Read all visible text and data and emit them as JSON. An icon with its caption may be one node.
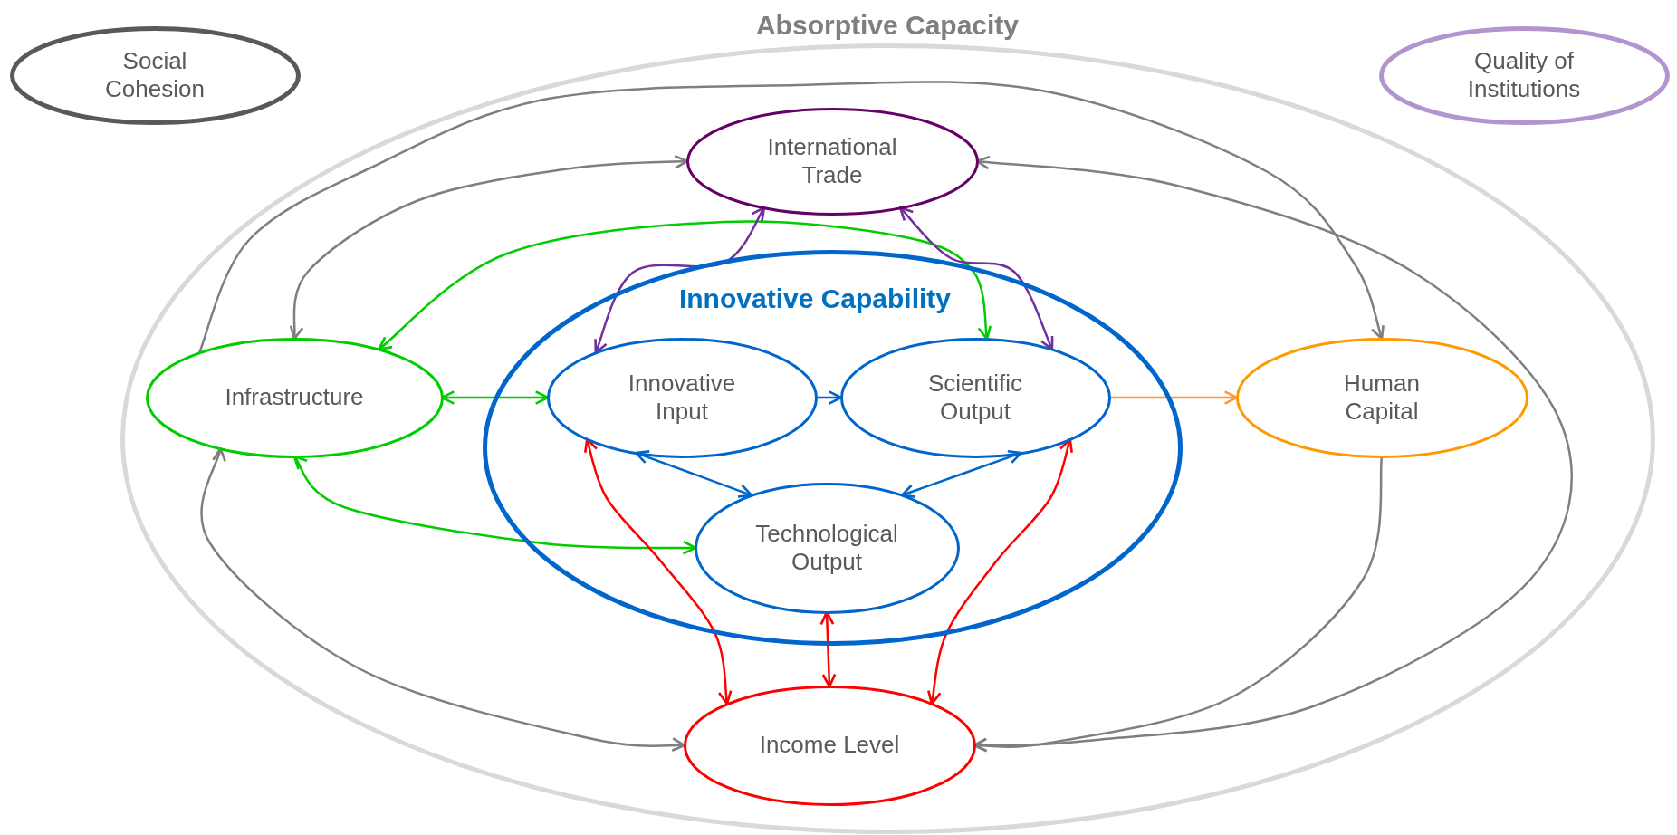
{
  "diagram": {
    "nodes": [
      {
        "text": [
          "Social Cohesion"
        ]
      },
      {
        "text": [
          "Quality of Institutions"
        ]
      },
      {
        "text": [
          "Absorptive Capacity"
        ]
      },
      {
        "text": [
          "International Trade"
        ],
        "in": 2
      },
      {
        "text": [
          "Innovative Capability"
        ],
        "in": 2
      },
      {
        "text": [
          "Infrastructure"
        ],
        "in": 2
      },
      {
        "text": [
          "Innovative Input"
        ],
        "in": 4
      },
      {
        "text": [
          "Scientific Output"
        ],
        "in": 4
      },
      {
        "text": [
          "Human Capital"
        ],
        "in": 2
      },
      {
        "text": [
          "Technological Output"
        ],
        "in": 4
      },
      {
        "text": [
          "Income Level"
        ],
        "in": 2
      }
    ],
    "edges": [
      {
        "from": 5,
        "to": 8,
        "arrow": "to"
      },
      {
        "from": 5,
        "to": 3,
        "arrow": "both"
      },
      {
        "from": 3,
        "to": 10,
        "arrow": "both"
      },
      {
        "from": 8,
        "to": 10,
        "arrow": "to"
      },
      {
        "from": 5,
        "to": 10,
        "arrow": "both"
      },
      {
        "from": 5,
        "to": 7,
        "arrow": "both",
        "color": "#00cc00"
      },
      {
        "from": 5,
        "to": 6,
        "arrow": "both",
        "color": "#00cc00"
      },
      {
        "from": 5,
        "to": 9,
        "arrow": "both",
        "color": "#00cc00"
      },
      {
        "from": 3,
        "to": 6,
        "arrow": "both",
        "color": "#7030a0"
      },
      {
        "from": 3,
        "to": 7,
        "arrow": "both",
        "color": "#7030a0"
      },
      {
        "from": 6,
        "to": 7,
        "arrow": "to",
        "color": "#0066cc"
      },
      {
        "from": 6,
        "to": 9,
        "arrow": "both",
        "color": "#0066cc"
      },
      {
        "from": 7,
        "to": 9,
        "arrow": "both",
        "color": "#0066cc"
      },
      {
        "from": 7,
        "to": 8,
        "arrow": "to",
        "color": "#ff9933"
      },
      {
        "from": 10,
        "to": 6,
        "arrow": "both",
        "color": "#ff0000"
      },
      {
        "from": 10,
        "to": 7,
        "arrow": "both",
        "color": "#ff0000"
      },
      {
        "from": 10,
        "to": 9,
        "arrow": "both",
        "color": "#ff0000"
      }
    ]
  }
}
